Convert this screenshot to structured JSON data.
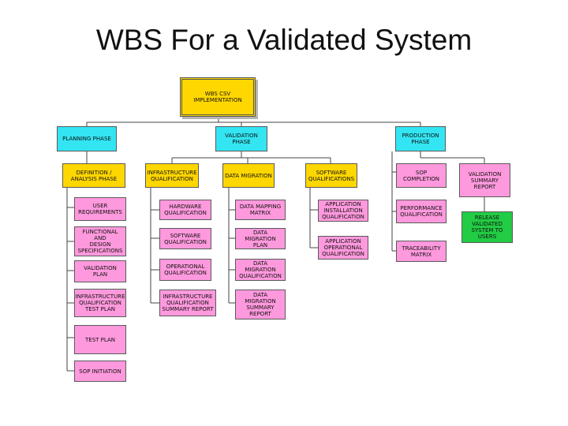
{
  "title": "WBS For a Validated System",
  "colors": {
    "yellow": "#ffd700",
    "cyan": "#33e5f2",
    "pink": "#ff99dd",
    "green": "#22cc44"
  },
  "nodes": {
    "root": "WBS CSV\nIMPLEMENTATION",
    "planning_phase": "PLANNING PHASE",
    "validation_phase": "VALIDATION\nPHASE",
    "production_phase": "PRODUCTION\nPHASE",
    "definition_analysis": "DEFINITION /\nANALYSIS PHASE",
    "infrastructure_qualification": "INFRASTRUCTURE\nQUALIFICATION",
    "data_migration": "DATA MIGRATION",
    "software_qualifications": "SOFTWARE\nQUALIFICATIONS",
    "sop_completion": "SOP\nCOMPLETION",
    "validation_summary_report": "VALIDATION\nSUMMARY\nREPORT",
    "user_requirements": "USER\nREQUIREMENTS",
    "functional_design_specs": "FUNCTIONAL AND\nDESIGN\nSPECIFICATIONS",
    "validation_plan": "VALIDATION PLAN",
    "infrastructure_qualification_test_plan": "INFRASTRUCTURE\nQUALIFICATION\nTEST PLAN",
    "test_plan": "TEST PLAN",
    "sop_initiation": "SOP INITIATION",
    "hardware_qualification": "HARDWARE\nQUALIFICATION",
    "software_qualification": "SOFTWARE\nQUALIFICATION",
    "operational_qualification": "OPERATIONAL\nQUALIFICATION",
    "infrastructure_qualification_summary_report": "INFRASTRUCTURE\nQUALIFICATION\nSUMMARY REPORT",
    "data_mapping_matrix": "DATA MAPPING\nMATRIX",
    "data_migration_plan": "DATA MIGRATION\nPLAN",
    "data_migration_qualification": "DATA MIGRATION\nQUALIFICATION",
    "data_migration_summary_report": "DATA MIGRATION\nSUMMARY\nREPORT",
    "application_installation_qualification": "APPLICATION\nINSTALLATION\nQUALIFICATION",
    "application_operational_qualification": "APPLICATION\nOPERATIONAL\nQUALIFICATION",
    "performance_qualification": "PERFORMANCE\nQUALIFICATION",
    "traceability_matrix": "TRACEABILITY\nMATRIX",
    "release_validated_system": "RELEASE\nVALIDATED\nSYSTEM TO\nUSERS"
  }
}
